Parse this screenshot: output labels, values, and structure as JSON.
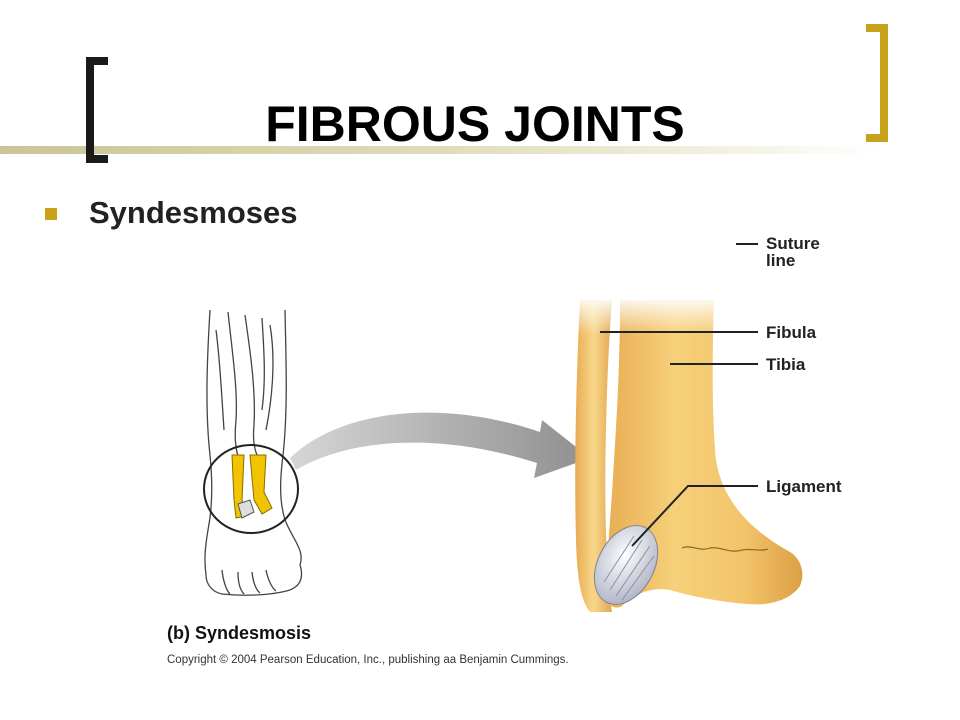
{
  "slide": {
    "title": "FIBROUS JOINTS",
    "bullet": "Syndesmoses"
  },
  "figure": {
    "labels": {
      "suture_line_top": "Suture",
      "suture_line_bottom": "line",
      "fibula": "Fibula",
      "tibia": "Tibia",
      "ligament": "Ligament"
    },
    "caption": "(b) Syndesmosis",
    "copyright": "Copyright © 2004 Pearson Education, Inc., publishing aa Benjamin Cummings."
  },
  "colors": {
    "accent_gold": "#c9a21c",
    "bracket_dark": "#1a1a1a",
    "bone_yellow": "#f3c76a",
    "arrow_gray": "#9a9a9a"
  }
}
